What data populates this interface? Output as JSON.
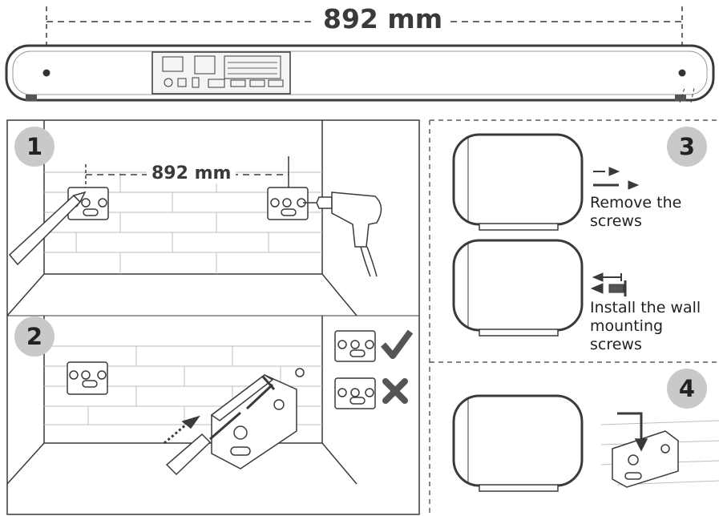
{
  "diagram": {
    "dimension_top": "892 mm",
    "steps": [
      {
        "number": "1",
        "dimension": "892 mm"
      },
      {
        "number": "2"
      },
      {
        "number": "3",
        "captions": [
          "Remove the screws",
          "Install the wall mounting screws"
        ]
      },
      {
        "number": "4"
      }
    ],
    "icons": [
      "correct-check-icon",
      "wrong-cross-icon"
    ],
    "colors": {
      "line": "#3a3a3a",
      "badge": "#c9c9c9",
      "brick": "#bdbdbd"
    }
  }
}
